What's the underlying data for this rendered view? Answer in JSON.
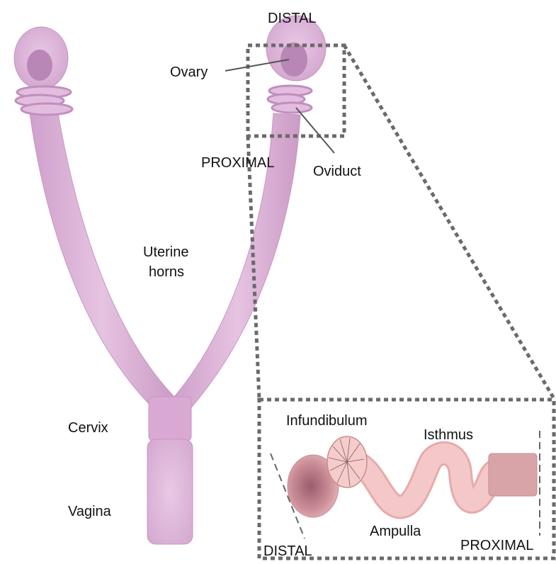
{
  "labels": {
    "distal_top": "DISTAL",
    "ovary": "Ovary",
    "proximal_mid": "PROXIMAL",
    "oviduct": "Oviduct",
    "uterine_horns_line1": "Uterine",
    "uterine_horns_line2": "horns",
    "cervix": "Cervix",
    "vagina": "Vagina",
    "infundibulum": "Infundibulum",
    "isthmus": "Isthmus",
    "ampulla": "Ampulla",
    "distal_bottom": "DISTAL",
    "proximal_bottom": "PROXIMAL"
  },
  "colors": {
    "tract": "#dcb0d6",
    "tract_edge": "#c795c2",
    "ovary_dark": "#b685b5",
    "oviduct_pink": "#f2c2c2",
    "oviduct_edge": "#dc9c9c",
    "inset_ovary": "#a86a78",
    "uterus_end": "#d9a4a8",
    "dashed_box": "#6a6a6a"
  }
}
